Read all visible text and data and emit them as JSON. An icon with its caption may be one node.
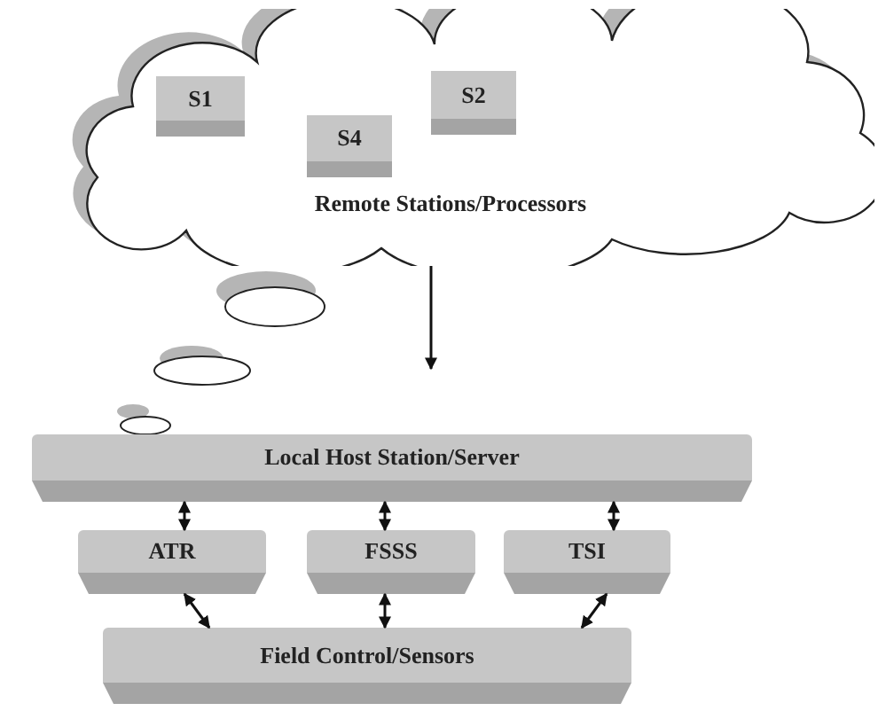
{
  "diagram": {
    "nodes": [
      {
        "text": [
          "Remote Stations/Processors"
        ]
      },
      {
        "text": [
          "S1"
        ],
        "in": 0
      },
      {
        "text": [
          "S2"
        ],
        "in": 0
      },
      {
        "text": [
          "S4"
        ],
        "in": 0
      },
      {
        "text": [
          "Local Host Station/Server"
        ]
      },
      {
        "text": [
          "ATR"
        ]
      },
      {
        "text": [
          "FSSS"
        ]
      },
      {
        "text": [
          "TSI"
        ]
      },
      {
        "text": [
          "Field Control/Sensors"
        ]
      }
    ],
    "edges": [
      {
        "from": 0,
        "to": null,
        "arrow": "to"
      },
      {
        "from": 4,
        "to": 5,
        "arrow": "both"
      },
      {
        "from": 4,
        "to": 6,
        "arrow": "both"
      },
      {
        "from": 4,
        "to": 7,
        "arrow": "both"
      },
      {
        "from": 5,
        "to": 8,
        "arrow": "both"
      },
      {
        "from": 6,
        "to": 8,
        "arrow": "both"
      },
      {
        "from": 7,
        "to": 8,
        "arrow": "both"
      }
    ]
  }
}
